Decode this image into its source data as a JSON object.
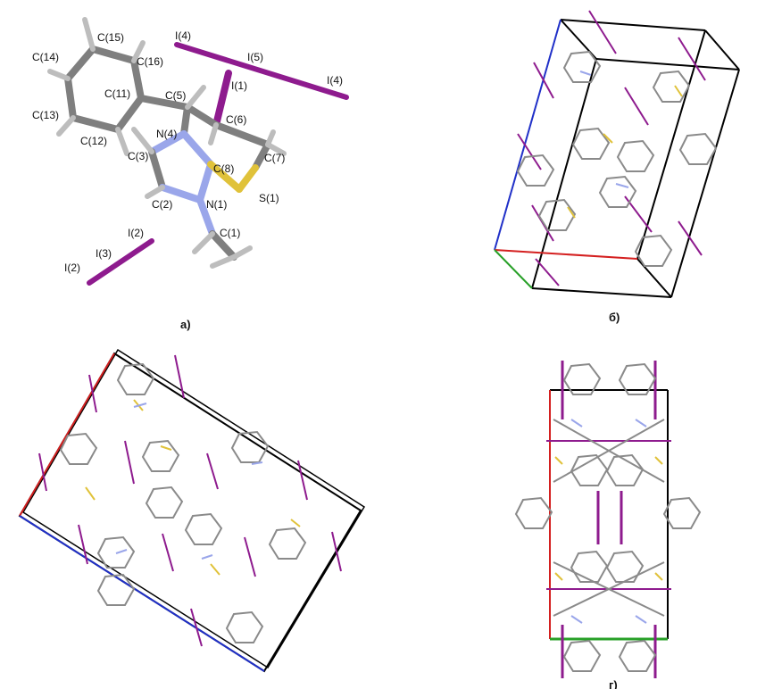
{
  "panels": {
    "a": {
      "caption": "а)",
      "atoms": {
        "C15": "C(15)",
        "C14": "C(14)",
        "C16": "C(16)",
        "C11": "C(11)",
        "C5": "C(5)",
        "C13": "C(13)",
        "C12": "C(12)",
        "C3": "C(3)",
        "N4": "N(4)",
        "C6": "C(6)",
        "C8": "C(8)",
        "C7": "C(7)",
        "C2": "C(2)",
        "N1": "N(1)",
        "S1": "S(1)",
        "C1": "C(1)",
        "I1": "I(1)",
        "I4a": "I(4)",
        "I5": "I(5)",
        "I4b": "I(4)",
        "I2a": "I(2)",
        "I3": "I(3)",
        "I2b": "I(2)"
      }
    },
    "b": {
      "caption": "б)"
    },
    "c": {
      "caption": ""
    },
    "d": {
      "caption": "г)"
    }
  },
  "colors": {
    "carbon": "#7f7f7f",
    "hydrogen": "#bdbdbd",
    "nitrogen": "#9aa6ea",
    "sulfur": "#e0c23a",
    "iodine": "#8e1b8e",
    "cell_edge": "#000000",
    "axis_a": "#d42020",
    "axis_b": "#28a028",
    "axis_c": "#2030c8"
  }
}
